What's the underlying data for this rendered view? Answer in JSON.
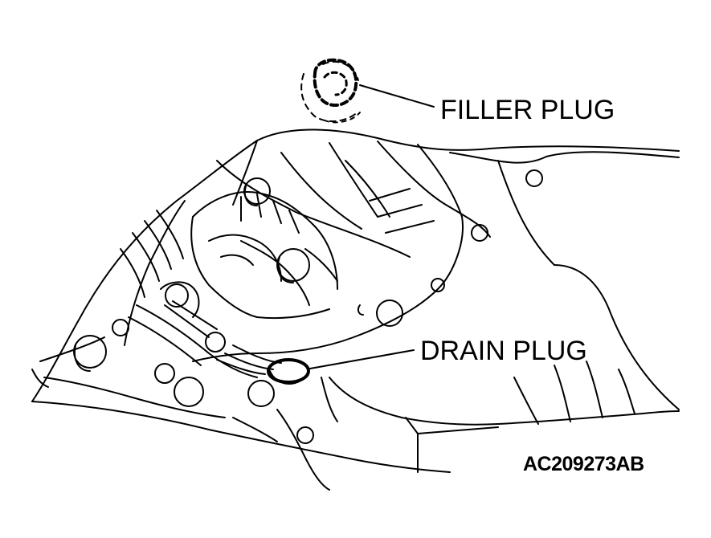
{
  "labels": {
    "filler_plug": "FILLER PLUG",
    "drain_plug": "DRAIN PLUG",
    "figure_code": "AC209273AB"
  },
  "colors": {
    "ink": "#000000",
    "background": "#ffffff"
  }
}
